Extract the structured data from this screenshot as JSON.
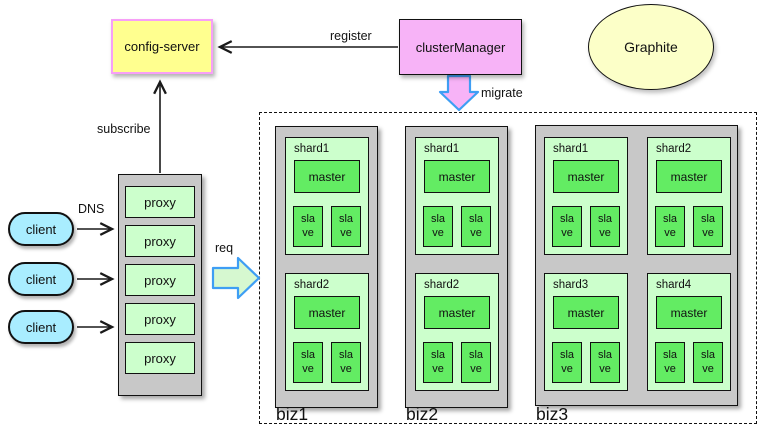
{
  "nodes": {
    "config_server": "config-server",
    "cluster_manager": "clusterManager",
    "graphite": "Graphite",
    "clients": [
      "client",
      "client",
      "client"
    ],
    "proxies": [
      "proxy",
      "proxy",
      "proxy",
      "proxy",
      "proxy"
    ]
  },
  "labels": {
    "register": "register",
    "migrate": "migrate",
    "subscribe": "subscribe",
    "dns": "DNS",
    "req": "req"
  },
  "clusters": [
    {
      "name": "biz1",
      "shards": [
        {
          "name": "shard1",
          "master": "master",
          "slaves": [
            "slave",
            "slave"
          ]
        },
        {
          "name": "shard2",
          "master": "master",
          "slaves": [
            "slave",
            "slave"
          ]
        }
      ]
    },
    {
      "name": "biz2",
      "shards": [
        {
          "name": "shard1",
          "master": "master",
          "slaves": [
            "slave",
            "slave"
          ]
        },
        {
          "name": "shard2",
          "master": "master",
          "slaves": [
            "slave",
            "slave"
          ]
        }
      ]
    },
    {
      "name": "biz3",
      "shards": [
        {
          "name": "shard1",
          "master": "master",
          "slaves": [
            "slave",
            "slave"
          ]
        },
        {
          "name": "shard2",
          "master": "master",
          "slaves": [
            "slave",
            "slave"
          ]
        },
        {
          "name": "shard3",
          "master": "master",
          "slaves": [
            "slave",
            "slave"
          ]
        },
        {
          "name": "shard4",
          "master": "master",
          "slaves": [
            "slave",
            "slave"
          ]
        }
      ]
    }
  ],
  "colors": {
    "config_fill": "#FFFF8F",
    "config_border": "#F79FF7",
    "manager_fill": "#F7B3F7",
    "graphite_fill": "#FCFFC8",
    "client_fill": "#A9EDFF",
    "container_gray": "#C8C8C8",
    "pale_green": "#CCFFCC",
    "node_green": "#63EC63",
    "fat_arrow_border": "#3E9EF4",
    "line": "#1A1A1A"
  }
}
